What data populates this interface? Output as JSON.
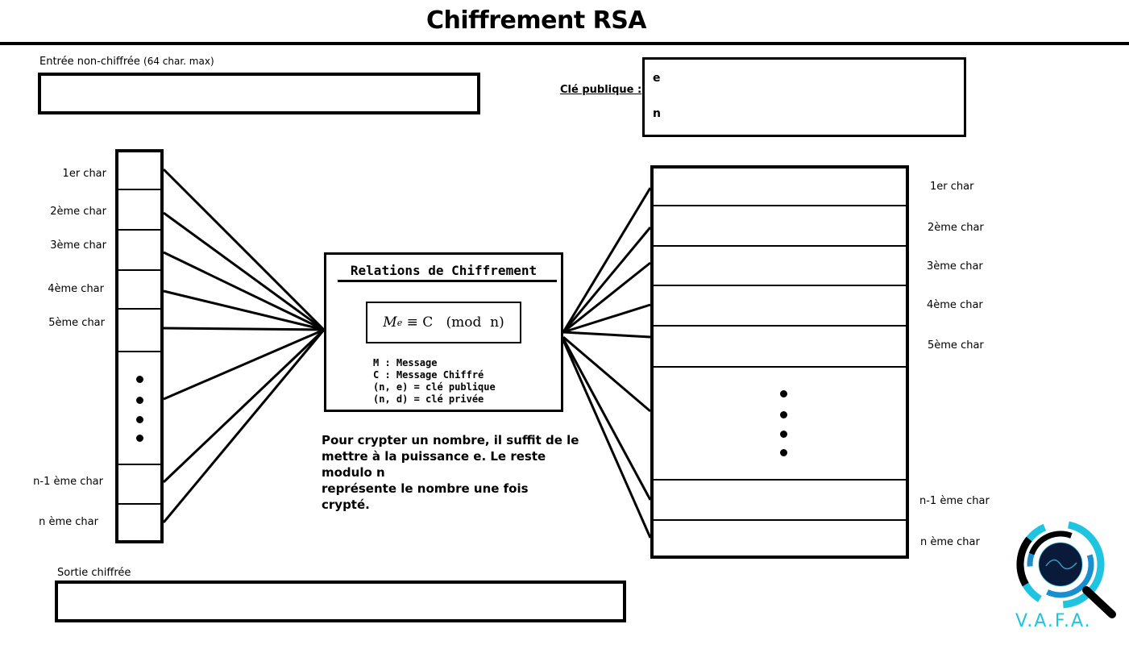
{
  "page": {
    "title": "Chiffrement RSA"
  },
  "input": {
    "label": "Entrée non-chiffrée",
    "hint": "(64 char. max)",
    "value": ""
  },
  "output": {
    "label": "Sortie chiffrée",
    "value": ""
  },
  "public_key": {
    "label": "Clé publique :",
    "e_label": "e",
    "n_label": "n"
  },
  "left_column": {
    "labels": [
      "1er char",
      "2ème char",
      "3ème char",
      "4ème char",
      "5ème char",
      "n-1 ème char",
      "n ème char"
    ]
  },
  "right_column": {
    "labels": [
      "1er char",
      "2ème char",
      "3ème char",
      "4ème char",
      "5ème char",
      "n-1 ème char",
      "n ème char"
    ]
  },
  "relations": {
    "title": "Relations de Chiffrement",
    "formula_lhs": "M",
    "formula_exp": "e",
    "formula_rest": " ≡ C   (mod  n)",
    "legend": [
      "M : Message",
      "C : Message Chiffré",
      "(n, e) = clé publique",
      "(n, d) = clé privée"
    ]
  },
  "explanation": {
    "lines": [
      "Pour crypter un nombre, il suffit de le",
      "mettre à la puissance e. Le reste",
      "modulo n",
      "représente le nombre une fois crypté."
    ]
  },
  "logo": {
    "text": "V.A.F.A.",
    "colors": {
      "cyan": "#1ec4e0",
      "blue": "#1a8fd0",
      "dark": "#0a1a3a"
    }
  }
}
